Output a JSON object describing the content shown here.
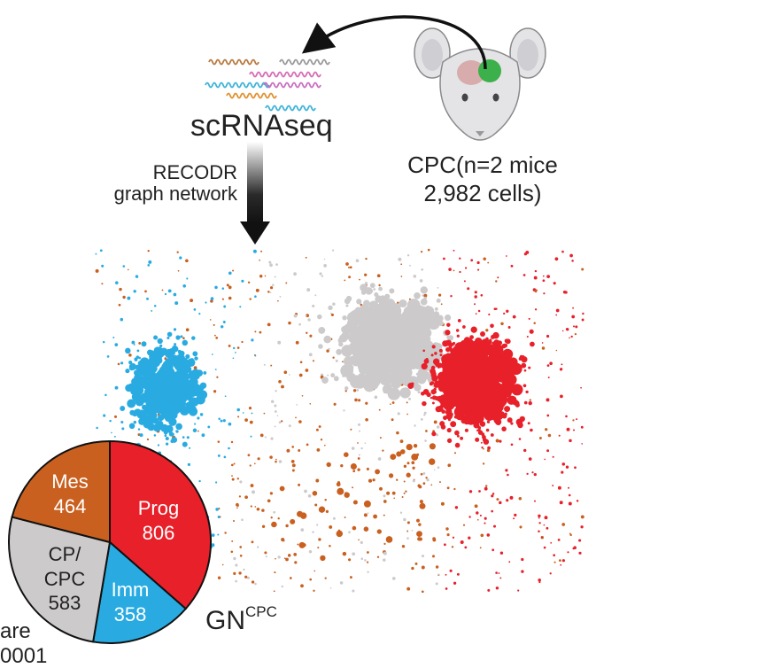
{
  "labels": {
    "scrnaseq": "scRNAseq",
    "method_line1": "RECODR",
    "method_line2": "graph network",
    "source_line1": "CPC(n=2 mice",
    "source_line2": "2,982 cells)",
    "network_name": "GN",
    "network_superscript": "CPC",
    "fragment_line1": "are",
    "fragment_line2": "0001"
  },
  "colors": {
    "mes": "#c9601f",
    "prog": "#e8202a",
    "cpc": "#cccaca",
    "imm": "#29abe2",
    "mouse_body": "#e4e4e6",
    "mouse_outline": "#8a8a8e",
    "green_region": "#3cb04a",
    "text": "#222222"
  },
  "pie": {
    "segments": [
      {
        "key": "prog",
        "line1": "Prog",
        "line2": "806",
        "value": 806
      },
      {
        "key": "imm",
        "line1": "Imm",
        "line2": "358",
        "value": 358
      },
      {
        "key": "cpc",
        "line1": "CP/",
        "line2": "CPC",
        "line3": "583",
        "value": 583
      },
      {
        "key": "mes",
        "line1": "Mes",
        "line2": "464",
        "value": 464
      }
    ]
  },
  "icons": {
    "wave_lines": "rna-waves-icon",
    "mouse": "mouse-brain-icon",
    "curved_arrow": "curved-arrow-icon",
    "down_arrow": "gradient-down-arrow-icon"
  }
}
